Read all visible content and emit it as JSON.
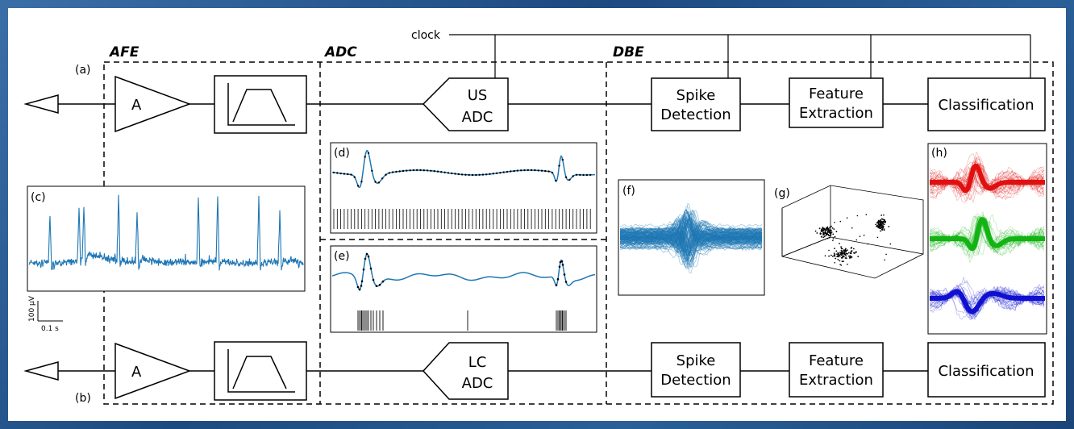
{
  "clock_label": "clock",
  "sections": {
    "afe": "AFE",
    "adc": "ADC",
    "dbe": "DBE"
  },
  "paths": {
    "a": "(a)",
    "b": "(b)"
  },
  "amplifier": "A",
  "adc_top": [
    "US",
    "ADC"
  ],
  "adc_bottom": [
    "LC",
    "ADC"
  ],
  "dbe_blocks": {
    "spike_detection": [
      "Spike",
      "Detection"
    ],
    "feature_extraction": [
      "Feature",
      "Extraction"
    ],
    "classification": "Classification"
  },
  "panels": {
    "c": "(c)",
    "d": "(d)",
    "e": "(e)",
    "f": "(f)",
    "g": "(g)",
    "h": "(h)"
  },
  "scale_bar": {
    "vertical": "100 μV",
    "horizontal": "0.1 s"
  },
  "colors": {
    "signal": "#1f77b4",
    "class_red": "#e01010",
    "class_green": "#12b312",
    "class_blue": "#1010d0",
    "cluster": "#000000",
    "frame": "#1d4a80"
  },
  "icons": [
    "electrode-triangle-icon",
    "amplifier-icon",
    "bandpass-filter-icon",
    "adc-pentagon-icon"
  ]
}
